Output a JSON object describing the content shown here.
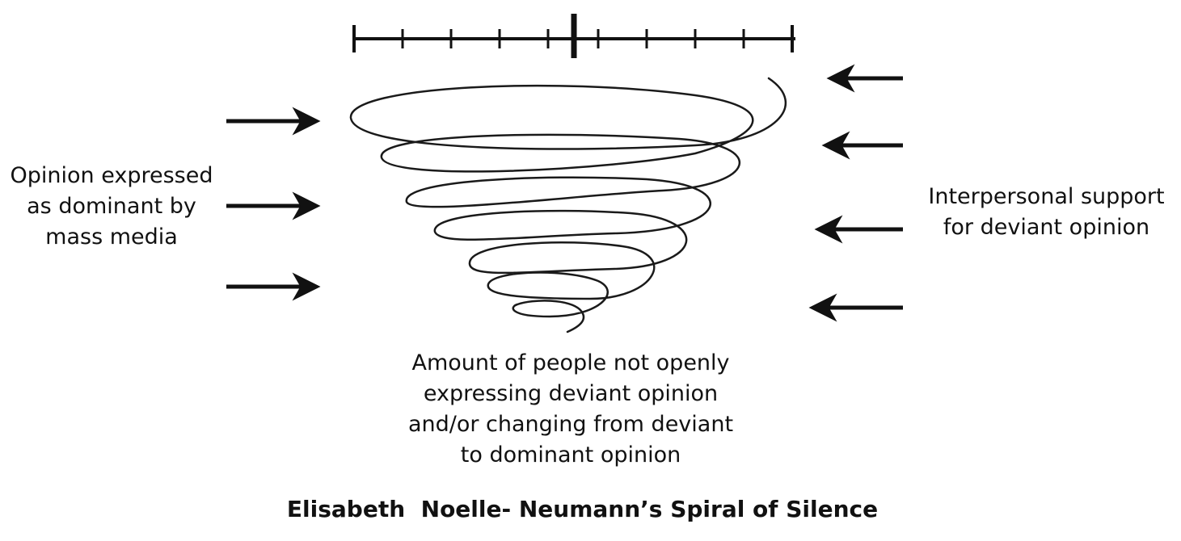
{
  "title": "Elisabeth  Noelle- Neumann’s Spiral of Silence",
  "left_label": {
    "lines": [
      "Opinion expressed",
      "as dominant by",
      "mass media"
    ]
  },
  "right_label": {
    "lines": [
      "Interpersonal support",
      "for deviant opinion"
    ]
  },
  "bottom_label": {
    "lines": [
      "Amount of people not openly",
      "expressing deviant opinion",
      "and/or changing from deviant",
      "to dominant opinion"
    ]
  },
  "icons": {
    "scale": "scale-bar-icon",
    "spiral": "spiral-icon",
    "arrow_right": "arrow-right-icon",
    "arrow_left": "arrow-left-icon"
  },
  "colors": {
    "ink": "#111111",
    "spiral_stroke": "#1a1a1a",
    "background": "#ffffff"
  }
}
